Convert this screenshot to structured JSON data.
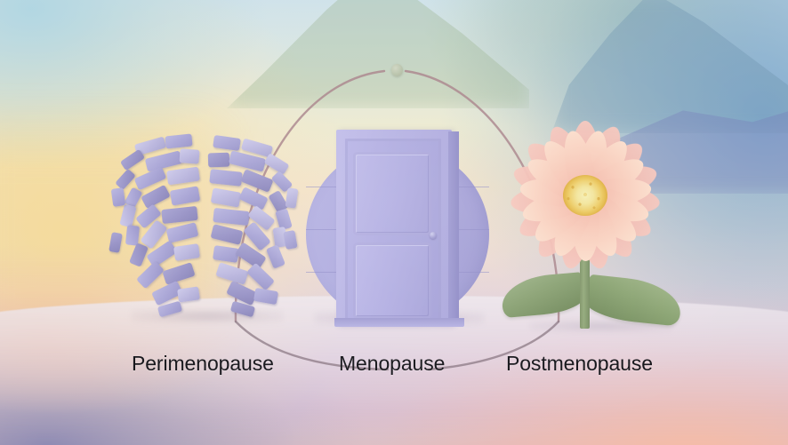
{
  "scene": {
    "title": "Menopause stages illustration",
    "background": {
      "description": "soft gradient sky with mountain silhouettes",
      "top_left_color": "#cfe2ea",
      "top_right_color": "#7aa6d0",
      "mid_left_color": "#f7db96",
      "bottom_left_color": "#7b7cb0",
      "bottom_right_color": "#f8bca4",
      "ground_color": "#eee8ee"
    },
    "arc": {
      "color": "#a8838a",
      "stroke_width": 2.4,
      "dot_color": "#b9c3ab",
      "has_gap_at_top": true
    }
  },
  "stages": [
    {
      "id": "perimenopause",
      "label": "Perimenopause",
      "icon": "fragmented-sphere-icon",
      "accent_color": "#a9a5d6"
    },
    {
      "id": "menopause",
      "label": "Menopause",
      "icon": "door-icon",
      "accent_color": "#b2aee2"
    },
    {
      "id": "postmenopause",
      "label": "Postmenopause",
      "icon": "flower-icon",
      "accent_color": "#f5c4b4"
    }
  ],
  "flower": {
    "petal_color": "#f8cbba",
    "center_color": "#ecc95f",
    "leaf_color": "#8ba473",
    "stem_color": "#93a97b"
  },
  "door": {
    "body_color": "#b2aee2",
    "disc_color": "#aba7dc",
    "knob_color": "#9d99cf",
    "panel_count": 2
  }
}
